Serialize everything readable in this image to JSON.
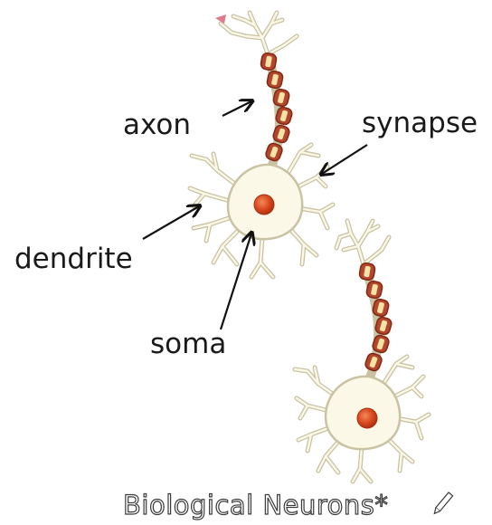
{
  "labels": {
    "axon": "axon",
    "synapse": "synapse",
    "dendrite": "dendrite",
    "soma": "soma"
  },
  "caption": "Biological Neurons*",
  "caption_mark": "pencil-icon",
  "colors": {
    "background": "#ffffff",
    "cell_body": "#fbf8e8",
    "cell_outline": "#c9c3a3",
    "myelin": "#b5452b",
    "myelin_dark": "#7e2a17",
    "nucleus": "#d9461c",
    "axon_core": "#f3e3a6",
    "text": "#1a1a1a"
  }
}
